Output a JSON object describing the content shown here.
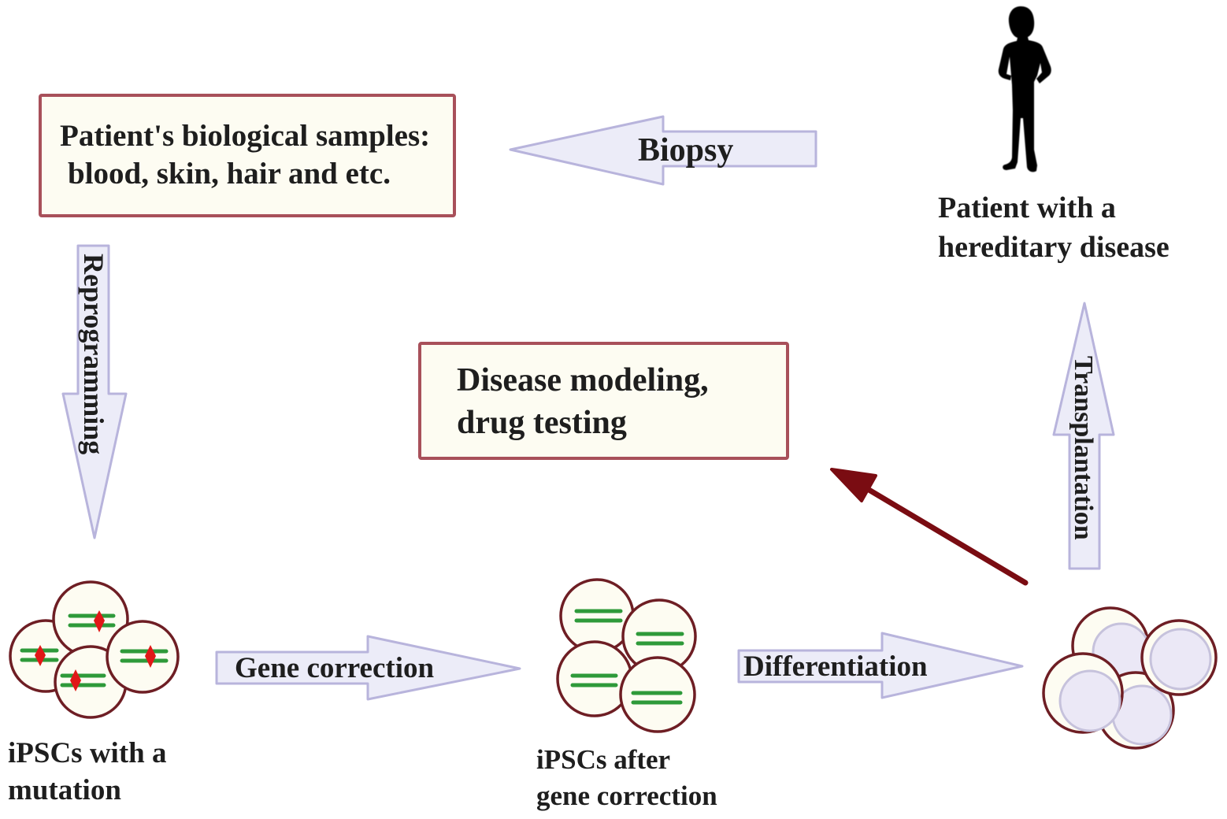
{
  "diagram": {
    "title": "iPSC-based gene correction therapy workflow",
    "colors": {
      "box_border": "#a8505a",
      "box_fill": "#fdfcf2",
      "block_arrow_fill": "#ececf8",
      "block_arrow_stroke": "#b8b4dc",
      "cell_border": "#6e1e24",
      "cell_fill": "#fdfcf2",
      "chromosome": "#2e9a3a",
      "mutation": "#e01818",
      "nucleus_fill": "#ebe8f6",
      "nucleus_stroke": "#c6c2dc",
      "red_arrow": "#7a0c12",
      "silhouette": "#000000",
      "text": "#1e1e1e"
    },
    "nodes": {
      "samples_box": {
        "line1": "Patient's biological samples:",
        "line2": "blood, skin, hair and etc."
      },
      "disease_box": {
        "line1": "Disease modeling,",
        "line2": "drug testing"
      },
      "patient": {
        "icon": "person-silhouette-icon",
        "line1": "Patient with a",
        "line2": "hereditary disease"
      },
      "ipsc_mutation": {
        "icon": "mutant-ipsc-cluster-icon",
        "line1": "iPSCs with a",
        "line2": "mutation"
      },
      "ipsc_corrected": {
        "icon": "corrected-ipsc-cluster-icon",
        "line1": "iPSCs after",
        "line2": "gene correction"
      },
      "differentiated": {
        "icon": "differentiated-cells-icon"
      }
    },
    "arrows": {
      "biopsy": "Biopsy",
      "reprogramming": "Reprogramming",
      "gene_correction": "Gene correction",
      "differentiation": "Differentiation",
      "transplantation": "Transplantation"
    },
    "edges": [
      {
        "from": "patient",
        "to": "samples_box",
        "label": "Biopsy"
      },
      {
        "from": "samples_box",
        "to": "ipsc_mutation",
        "label": "Reprogramming"
      },
      {
        "from": "ipsc_mutation",
        "to": "ipsc_corrected",
        "label": "Gene correction"
      },
      {
        "from": "ipsc_corrected",
        "to": "differentiated",
        "label": "Differentiation"
      },
      {
        "from": "differentiated",
        "to": "patient",
        "label": "Transplantation"
      },
      {
        "from": "differentiated",
        "to": "disease_box",
        "label": ""
      }
    ]
  }
}
